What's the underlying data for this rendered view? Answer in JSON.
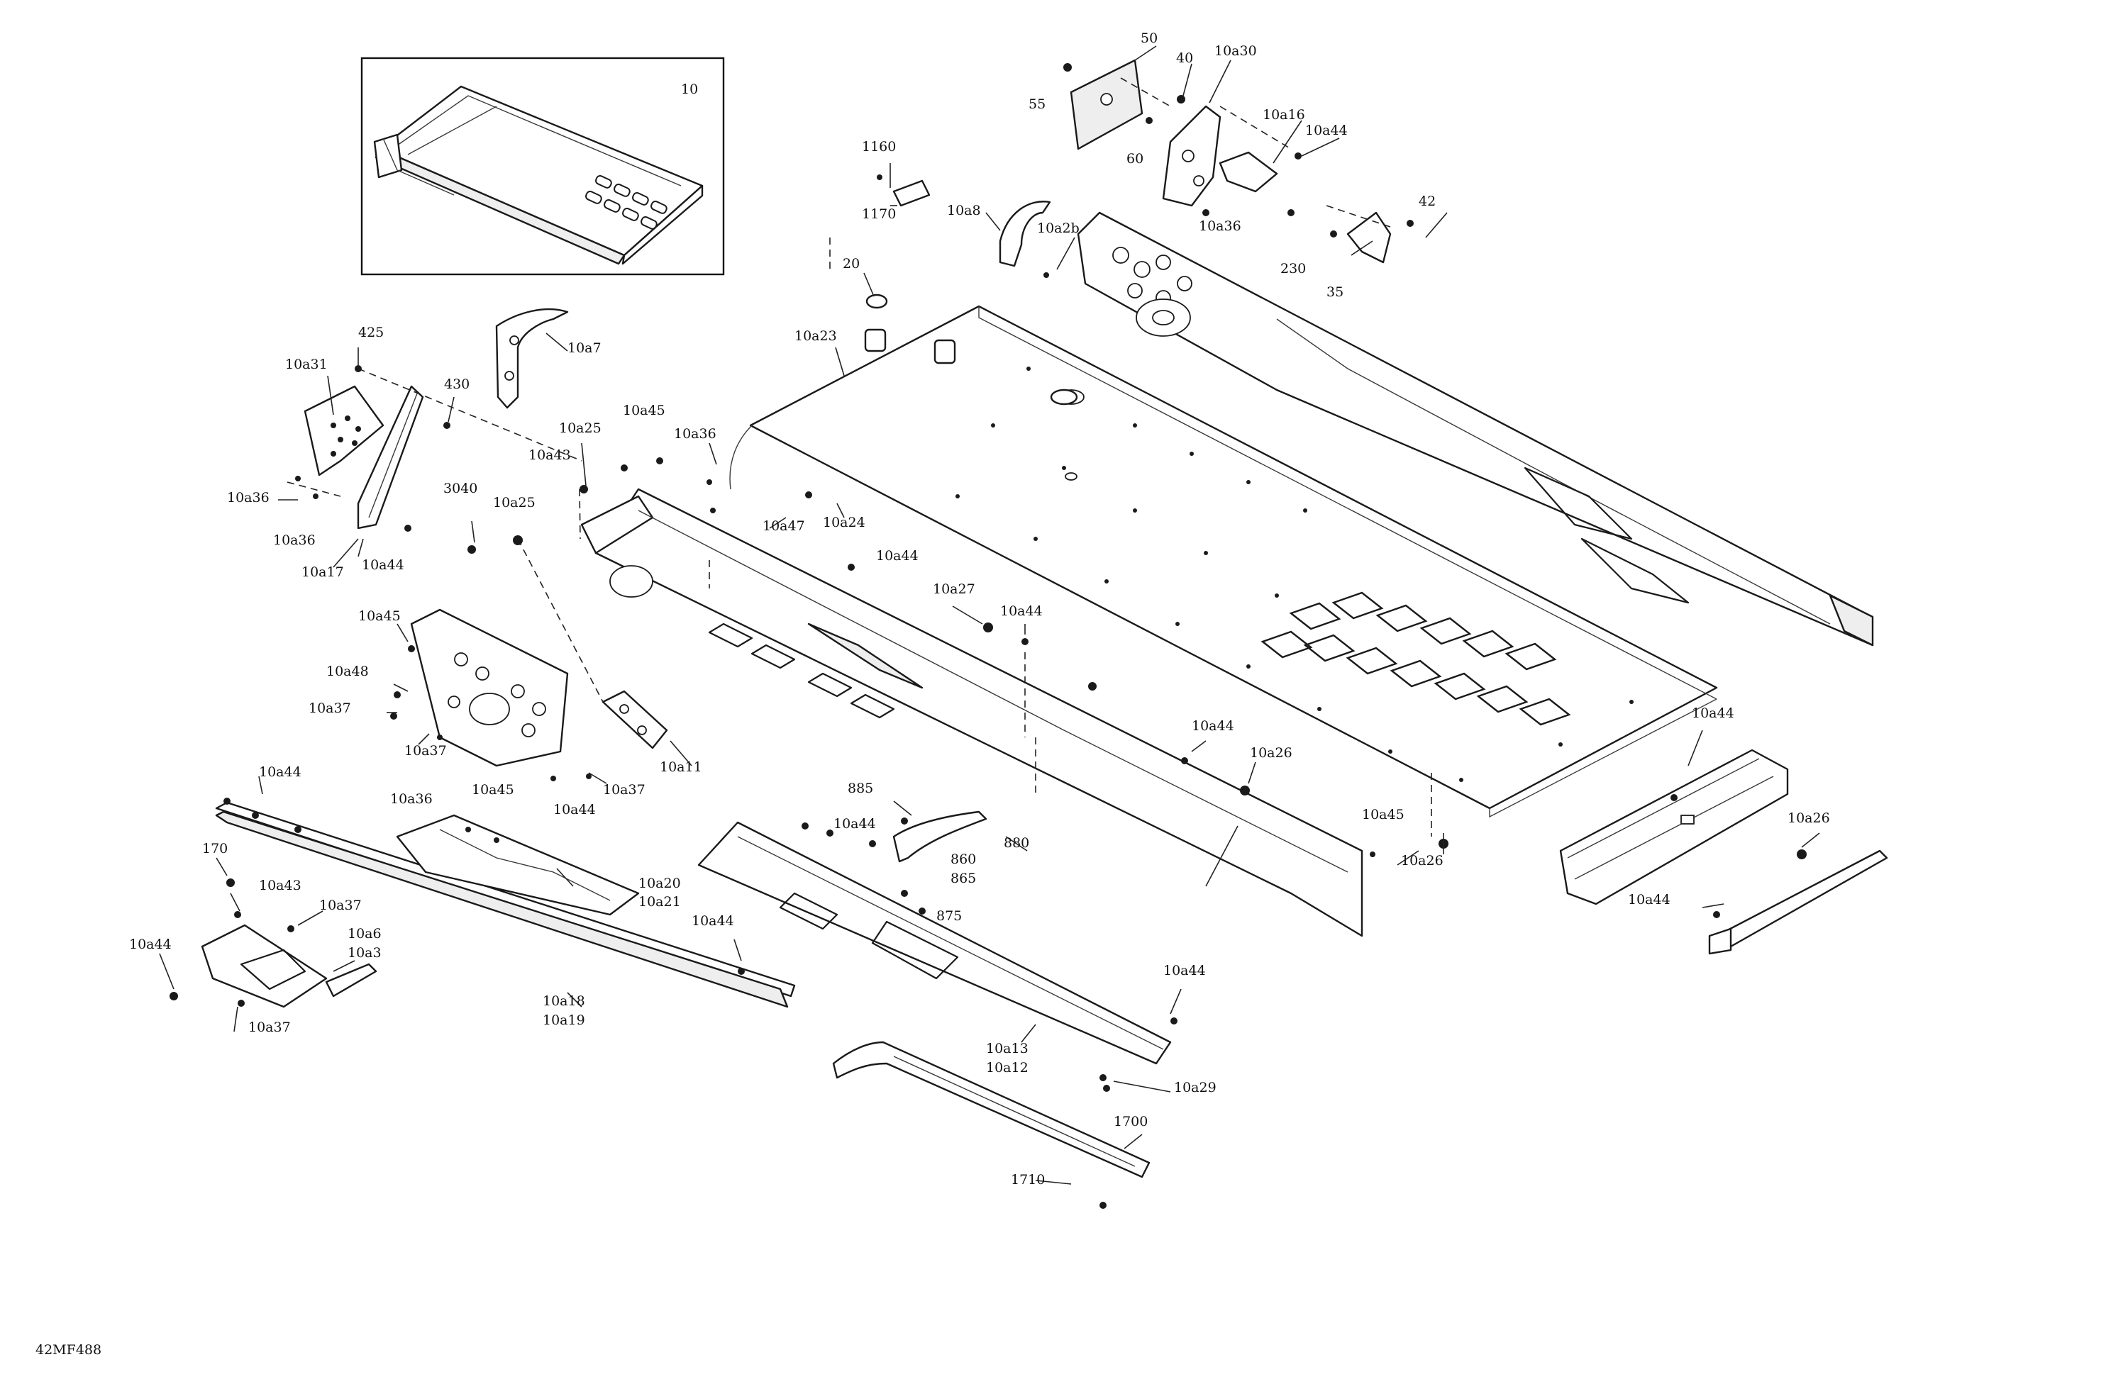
{
  "document": {
    "reference_code": "42MF488"
  },
  "callouts": [
    {
      "id": "c-10",
      "text": "10"
    },
    {
      "id": "c-50",
      "text": "50"
    },
    {
      "id": "c-40",
      "text": "40"
    },
    {
      "id": "c-10a30",
      "text": "10a30"
    },
    {
      "id": "c-55",
      "text": "55"
    },
    {
      "id": "c-10a16",
      "text": "10a16"
    },
    {
      "id": "c-10a44-top",
      "text": "10a44"
    },
    {
      "id": "c-60",
      "text": "60"
    },
    {
      "id": "c-1160",
      "text": "1160"
    },
    {
      "id": "c-1170",
      "text": "1170"
    },
    {
      "id": "c-10a8",
      "text": "10a8"
    },
    {
      "id": "c-10a2b",
      "text": "10a2b"
    },
    {
      "id": "c-10a36-top",
      "text": "10a36"
    },
    {
      "id": "c-42",
      "text": "42"
    },
    {
      "id": "c-230",
      "text": "230"
    },
    {
      "id": "c-35",
      "text": "35"
    },
    {
      "id": "c-20",
      "text": "20"
    },
    {
      "id": "c-10a23",
      "text": "10a23"
    },
    {
      "id": "c-425",
      "text": "425"
    },
    {
      "id": "c-10a7",
      "text": "10a7"
    },
    {
      "id": "c-10a31",
      "text": "10a31"
    },
    {
      "id": "c-430",
      "text": "430"
    },
    {
      "id": "c-10a45-a",
      "text": "10a45"
    },
    {
      "id": "c-10a25-a",
      "text": "10a25"
    },
    {
      "id": "c-10a36-b",
      "text": "10a36"
    },
    {
      "id": "c-10a43-a",
      "text": "10a43"
    },
    {
      "id": "c-10a36-c",
      "text": "10a36"
    },
    {
      "id": "c-3040",
      "text": "3040"
    },
    {
      "id": "c-10a25-b",
      "text": "10a25"
    },
    {
      "id": "c-10a47",
      "text": "10a47"
    },
    {
      "id": "c-10a24",
      "text": "10a24"
    },
    {
      "id": "c-10a36-d",
      "text": "10a36"
    },
    {
      "id": "c-10a17",
      "text": "10a17"
    },
    {
      "id": "c-10a44-a",
      "text": "10a44"
    },
    {
      "id": "c-10a44-b",
      "text": "10a44"
    },
    {
      "id": "c-10a27",
      "text": "10a27"
    },
    {
      "id": "c-10a44-c",
      "text": "10a44"
    },
    {
      "id": "c-10a45-b",
      "text": "10a45"
    },
    {
      "id": "c-10a48",
      "text": "10a48"
    },
    {
      "id": "c-10a37-a",
      "text": "10a37"
    },
    {
      "id": "c-10a37-b",
      "text": "10a37"
    },
    {
      "id": "c-10a11",
      "text": "10a11"
    },
    {
      "id": "c-10a36-e",
      "text": "10a36"
    },
    {
      "id": "c-10a45-c",
      "text": "10a45"
    },
    {
      "id": "c-10a37-c",
      "text": "10a37"
    },
    {
      "id": "c-10a44-d",
      "text": "10a44"
    },
    {
      "id": "c-10a26-a",
      "text": "10a26"
    },
    {
      "id": "c-10a44-e",
      "text": "10a44"
    },
    {
      "id": "c-10a44-f",
      "text": "10a44"
    },
    {
      "id": "c-885",
      "text": "885"
    },
    {
      "id": "c-10a44-g",
      "text": "10a44"
    },
    {
      "id": "c-880",
      "text": "880"
    },
    {
      "id": "c-860",
      "text": "860"
    },
    {
      "id": "c-865",
      "text": "865"
    },
    {
      "id": "c-875",
      "text": "875"
    },
    {
      "id": "c-10a45-d",
      "text": "10a45"
    },
    {
      "id": "c-10a26-b",
      "text": "10a26"
    },
    {
      "id": "c-10a44-h",
      "text": "10a44"
    },
    {
      "id": "c-10a26-c",
      "text": "10a26"
    },
    {
      "id": "c-10a44-i",
      "text": "10a44"
    },
    {
      "id": "c-170",
      "text": "170"
    },
    {
      "id": "c-10a43-b",
      "text": "10a43"
    },
    {
      "id": "c-10a37-d",
      "text": "10a37"
    },
    {
      "id": "c-10a20",
      "text": "10a20"
    },
    {
      "id": "c-10a21",
      "text": "10a21"
    },
    {
      "id": "c-10a6",
      "text": "10a6"
    },
    {
      "id": "c-10a3",
      "text": "10a3"
    },
    {
      "id": "c-10a44-j",
      "text": "10a44"
    },
    {
      "id": "c-10a44-k",
      "text": "10a44"
    },
    {
      "id": "c-10a37-e",
      "text": "10a37"
    },
    {
      "id": "c-10a18",
      "text": "10a18"
    },
    {
      "id": "c-10a19",
      "text": "10a19"
    },
    {
      "id": "c-10a44-l",
      "text": "10a44"
    },
    {
      "id": "c-10a13",
      "text": "10a13"
    },
    {
      "id": "c-10a12",
      "text": "10a12"
    },
    {
      "id": "c-10a29",
      "text": "10a29"
    },
    {
      "id": "c-1700",
      "text": "1700"
    },
    {
      "id": "c-1710",
      "text": "1710"
    }
  ]
}
